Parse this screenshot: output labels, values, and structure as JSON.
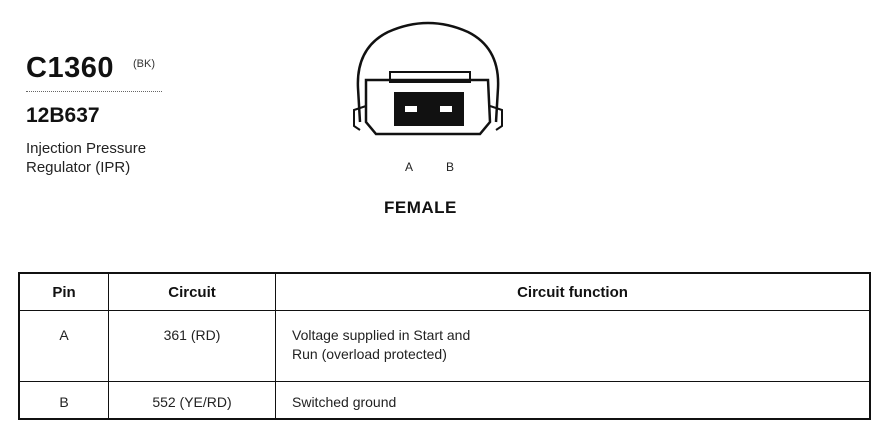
{
  "connector": {
    "id": "C1360",
    "color_code": "(BK)",
    "part_number": "12B637",
    "description_lines": [
      "Injection Pressure",
      "Regulator (IPR)"
    ],
    "pin_labels": [
      "A",
      "B"
    ],
    "gender": "FEMALE"
  },
  "table": {
    "headers": {
      "pin": "Pin",
      "circuit": "Circuit",
      "function": "Circuit function"
    },
    "rows": [
      {
        "pin": "A",
        "circuit": "361 (RD)",
        "function_lines": [
          "Voltage supplied in Start and",
          "Run (overload protected)"
        ]
      },
      {
        "pin": "B",
        "circuit": "552 (YE/RD)",
        "function_lines": [
          "Switched ground"
        ]
      }
    ]
  },
  "colors": {
    "ink": "#111111",
    "background": "#ffffff"
  }
}
